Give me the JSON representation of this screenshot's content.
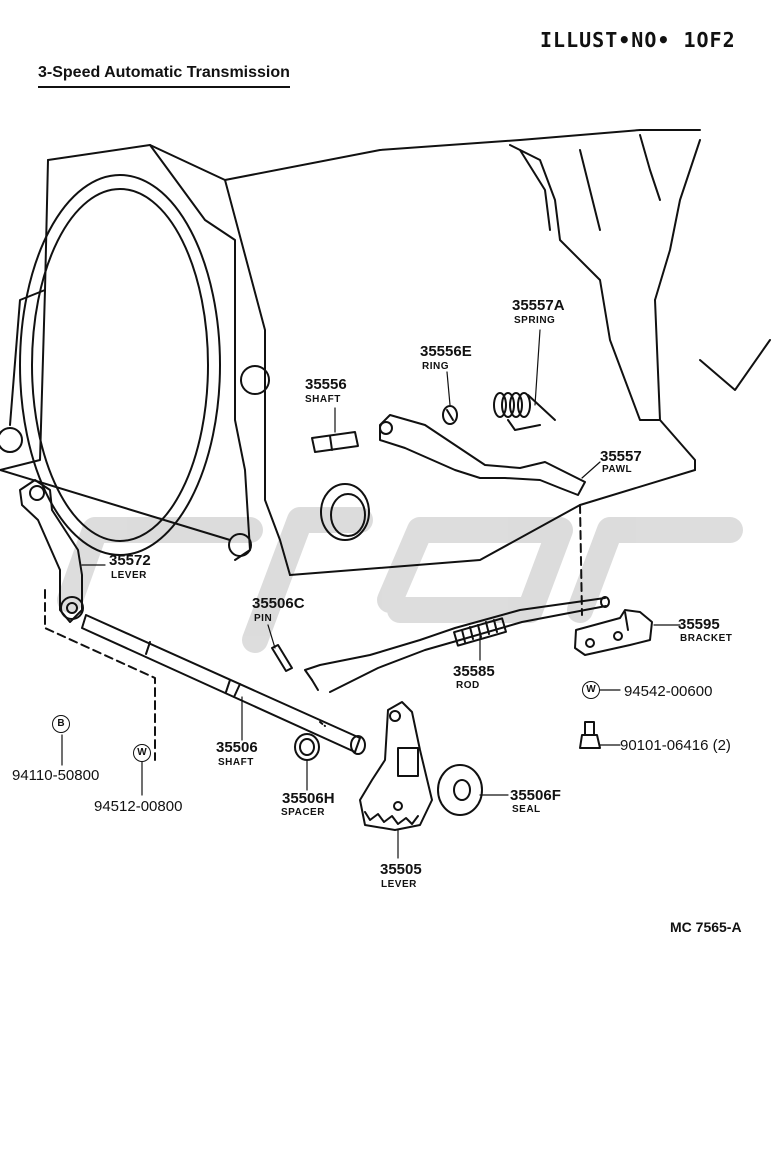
{
  "header": {
    "illust_no": "ILLUST•NO•  1OF2"
  },
  "title": "3-Speed Automatic Transmission",
  "parts": {
    "p35557a": {
      "number": "35557A",
      "name": "SPRING"
    },
    "p35556e": {
      "number": "35556E",
      "name": "RING"
    },
    "p35556": {
      "number": "35556",
      "name": "SHAFT"
    },
    "p35557": {
      "number": "35557",
      "name": "PAWL"
    },
    "p35572": {
      "number": "35572",
      "name": "LEVER"
    },
    "p35506c": {
      "number": "35506C",
      "name": "PIN"
    },
    "p35595": {
      "number": "35595",
      "name": "BRACKET"
    },
    "p35585": {
      "number": "35585",
      "name": "ROD"
    },
    "p35506": {
      "number": "35506",
      "name": "SHAFT"
    },
    "p35506h": {
      "number": "35506H",
      "name": "SPACER"
    },
    "p35506f": {
      "number": "35506F",
      "name": "SEAL"
    },
    "p35505": {
      "number": "35505",
      "name": "LEVER"
    }
  },
  "fasteners": {
    "f94542": {
      "symbol": "W",
      "number": "94542-00600"
    },
    "f90101": {
      "number": "90101-06416 (2)"
    },
    "f94110": {
      "symbol": "B",
      "number": "94110-50800"
    },
    "f94512": {
      "symbol": "W",
      "number": "94512-00800"
    }
  },
  "footer": {
    "code": "MC  7565-A"
  },
  "colors": {
    "ink": "#111111",
    "watermark": "#d9d9d9",
    "background": "#ffffff"
  }
}
